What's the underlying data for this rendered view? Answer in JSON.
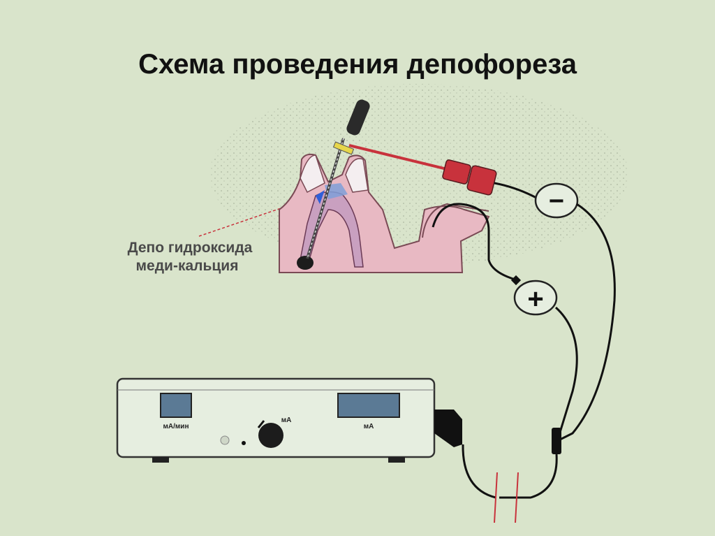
{
  "slide": {
    "title": "Схема проведения депофореза"
  },
  "diagram": {
    "depot_label_line1": "Депо гидроксида",
    "depot_label_line2": "меди-кальция",
    "negative_sign": "−",
    "positive_sign": "+",
    "device": {
      "left_display_label": "мА/мин",
      "knob_label": "мА",
      "right_display_label": "мА"
    }
  },
  "colors": {
    "background": "#d9e4cb",
    "tooth_fill": "#e8b9c3",
    "electrode_red": "#c8323c",
    "wire": "#111111",
    "device_body": "#e6eee0",
    "display_blue": "#5b7a95"
  }
}
